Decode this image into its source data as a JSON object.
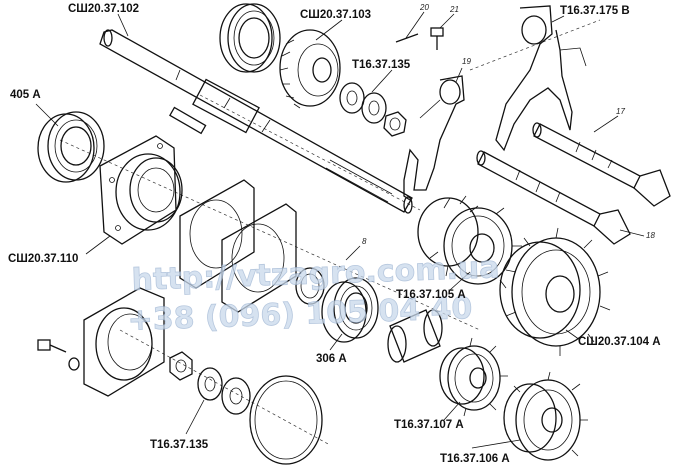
{
  "labels": {
    "shaft_main": "СШ20.37.102",
    "bearing_top": "СШ20.37.103",
    "fork_b": "Т16.37.175 В",
    "spacer_top": "Т16.37.135",
    "bearing_405": "405 А",
    "cover": "СШ20.37.110",
    "gear_105": "Т16.37.105 А",
    "gear_104": "СШ20.37.104 А",
    "bearing_306": "306 А",
    "spacer_bottom": "Т16.37.135",
    "gear_107": "Т16.37.107 А",
    "gear_106": "Т16.37.106 А"
  },
  "callouts": {
    "c20": "20",
    "c21": "21",
    "c19": "19",
    "c17": "17",
    "c18": "18",
    "c8": "8"
  },
  "watermark": {
    "url": "http://vtzagro.com.ua",
    "phone": "+38 (096) 105 04 40"
  }
}
